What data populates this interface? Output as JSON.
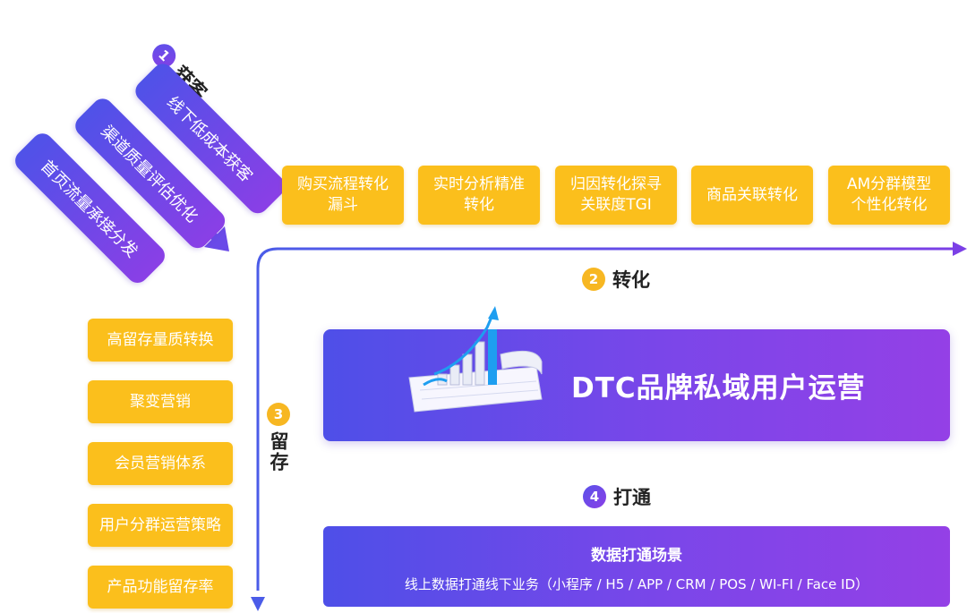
{
  "stages": {
    "acquire": {
      "number": "1",
      "title": "获客"
    },
    "convert": {
      "number": "2",
      "title": "转化"
    },
    "retain": {
      "number": "3",
      "title": "留存"
    },
    "connect": {
      "number": "4",
      "title": "打通"
    }
  },
  "acquire_items": [
    "线下低成本获客",
    "渠道质量评估优化",
    "首页流量承接分发"
  ],
  "convert_items": [
    {
      "line1": "购买流程转化",
      "line2": "漏斗"
    },
    {
      "line1": "实时分析精准",
      "line2": "转化"
    },
    {
      "line1": "归因转化探寻",
      "line2": "关联度TGI"
    },
    {
      "line1": "商品关联转化",
      "line2": ""
    },
    {
      "line1": "AM分群模型",
      "line2": "个性化转化"
    }
  ],
  "retain_items": [
    "高留存量质转换",
    "聚变营销",
    "会员营销体系",
    "用户分群运营策略",
    "产品功能留存率"
  ],
  "center": {
    "title": "DTC品牌私域用户运营"
  },
  "connect_box": {
    "title": "数据打通场景",
    "subtitle": "线上数据打通线下业务（小程序 / H5 / APP / CRM / POS / WI-FI / Face ID）"
  },
  "colors": {
    "purple_start": "#4e4fe8",
    "purple_end": "#9440e6",
    "yellow": "#fbbf1c",
    "number_orange": "#f7b722",
    "axis_blue": "#4b5ce8"
  }
}
